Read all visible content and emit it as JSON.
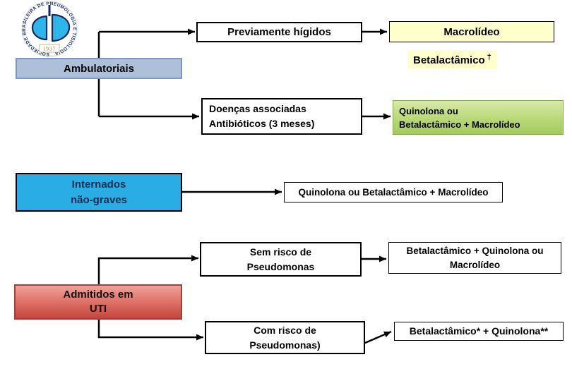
{
  "palette": {
    "box_blue_gray": "#adc0da",
    "box_blue_gray_border": "#7e96bd",
    "box_yellow": "#ffffcc",
    "box_green_top": "#d7e9a8",
    "box_green_bottom": "#a3ca5e",
    "box_green_border": "#84a94b",
    "box_cyan": "#29ade4",
    "box_red_top": "#f0a29a",
    "box_red_bottom": "#c4463d",
    "box_red_border": "#9c423b",
    "connector": "#000000",
    "logo_navy": "#1a2f6e",
    "logo_lung_cyan": "#2eb6ea"
  },
  "logo": {
    "ring_text": "SOCIEDADE BRASILEIRA DE PNEUMOLOGIA E TISIOLOGIA",
    "year": "1937"
  },
  "nodes": {
    "ambulatoriais": {
      "label": "Ambulatoriais"
    },
    "previamente_higidos": {
      "label": "Previamente hígidos"
    },
    "macrolideo": {
      "label": "Macrolídeo"
    },
    "betalactamico_nota": {
      "label": "Betalactâmico",
      "superscript": "†"
    },
    "doencas_associadas": {
      "line1": "Doenças associadas",
      "line2": "Antibióticos (3 meses)"
    },
    "quinolona_verde": {
      "line1": "Quinolona ou",
      "line2": "Betalactâmico + Macrolídeo"
    },
    "internados_nao_graves": {
      "line1": "Internados",
      "line2": "não-graves"
    },
    "quinolona_branco": {
      "label": "Quinolona ou Betalactâmico + Macrolídeo"
    },
    "sem_risco_pseudomonas": {
      "line1": "Sem risco de",
      "line2": "Pseudomonas"
    },
    "beta_quinolona_ou_macro": {
      "line1": "Betalactâmico + Quinolona ou",
      "line2": "Macrolídeo"
    },
    "admitidos_em_uti": {
      "line1": "Admitidos em",
      "line2": "UTI"
    },
    "com_risco_pseudomonas": {
      "line1": "Com risco de",
      "line2": "Pseudomonas)"
    },
    "beta_quinolona_asteriscos": {
      "label": "Betalactâmico* + Quinolona**"
    }
  }
}
